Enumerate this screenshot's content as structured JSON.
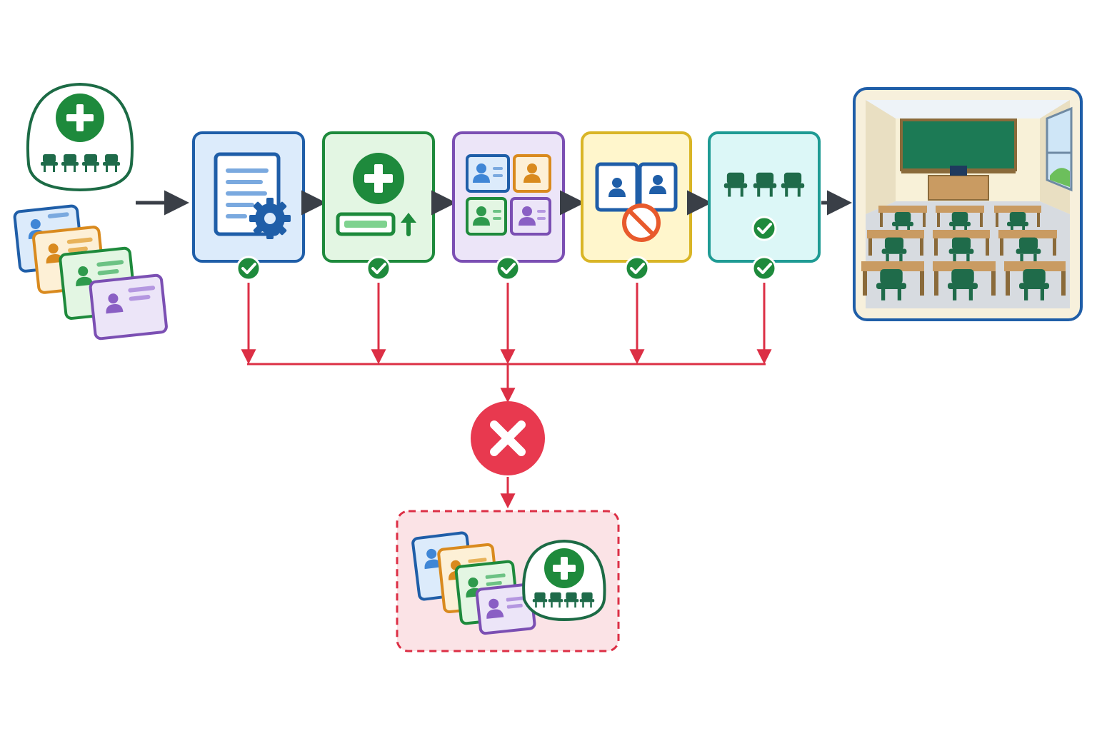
{
  "colors": {
    "blue": "#1f5ea8",
    "blue_light": "#dcebfb",
    "green": "#1e8a3c",
    "green_dark": "#1c6b45",
    "green_light": "#e3f6e3",
    "purple": "#7b4fb3",
    "purple_light": "#ece5f8",
    "yellow": "#d9b526",
    "yellow_light": "#fff6cc",
    "teal": "#1f9b94",
    "teal_light": "#dcf7f7",
    "orange": "#d98a1e",
    "red": "#dc2f45",
    "red_light": "#fbe3e6",
    "arrow_gray": "#3a3f47",
    "seat_green": "#1f6b4a"
  },
  "nodes": [
    {
      "id": "start-seat-package",
      "icon": "add-seat-block-icon"
    },
    {
      "id": "start-seat-cards",
      "icon": "profile-cards-stack-icon"
    },
    {
      "id": "step-configure",
      "icon": "document-settings-icon",
      "status": "check-icon"
    },
    {
      "id": "step-add-capacity",
      "icon": "add-progress-icon",
      "status": "check-icon"
    },
    {
      "id": "step-assign-profiles",
      "icon": "profile-grid-icon",
      "status": "check-icon"
    },
    {
      "id": "step-check-conflicts",
      "icon": "blocked-profiles-icon",
      "status": "check-icon"
    },
    {
      "id": "step-confirm-seats",
      "icon": "seat-row-check-icon",
      "status": "check-icon"
    },
    {
      "id": "end-classroom",
      "icon": "classroom-icon"
    },
    {
      "id": "failure-node",
      "icon": "x-circle-icon"
    },
    {
      "id": "rollback-state",
      "icon": "rollback-bundle-icon"
    }
  ]
}
